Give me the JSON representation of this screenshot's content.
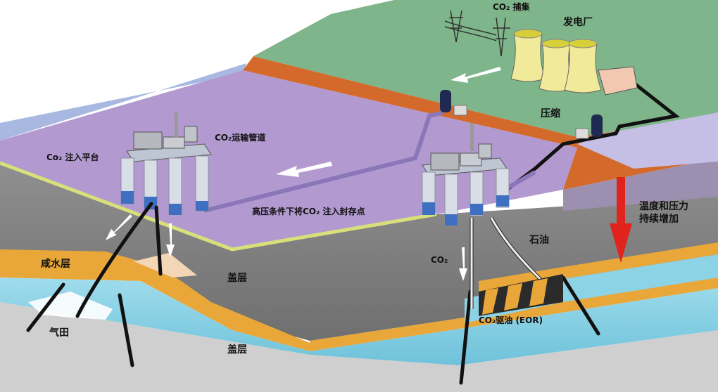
{
  "labels": {
    "co2_capture": "CO₂ 捕集",
    "power_plant": "发电厂",
    "compression": "压缩",
    "co2_pipeline": "CO₂运输管道",
    "injection_platform": "Co₂ 注入平台",
    "high_pressure_injection": "高压条件下将CO₂ 注入封存点",
    "temp_pressure_line1": "温度和压力",
    "temp_pressure_line2": "持续增加",
    "oil": "石油",
    "co2": "CO₂",
    "eor": "CO₂驱油 (EOR)",
    "saline_layer": "咸水层",
    "caprock_upper": "盖层",
    "caprock_lower": "盖层",
    "gas_field": "气田"
  },
  "colors": {
    "grass": "#7fb58a",
    "seabed": "#b29ad1",
    "shelf_blue": "#a9b8e0",
    "rock_gray": "#8a8a8a",
    "brown_layer": "#d36a2c",
    "orange_sand": "#e9a73a",
    "aquifer_blue": "#8dd3e6",
    "lower_gray": "#c9c9c9",
    "platform_leg": "#d9dde6",
    "leg_blue": "#3e6fc1",
    "pipe": "#8b76b9",
    "tower": "#f1ea9a",
    "arrow_red": "#e0231d"
  }
}
